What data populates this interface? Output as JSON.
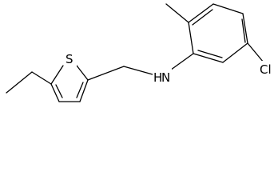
{
  "molecule": {
    "atoms": {
      "sulfur": "S",
      "amine": "H",
      "amine_n": "N",
      "chlorine": "Cl"
    }
  }
}
